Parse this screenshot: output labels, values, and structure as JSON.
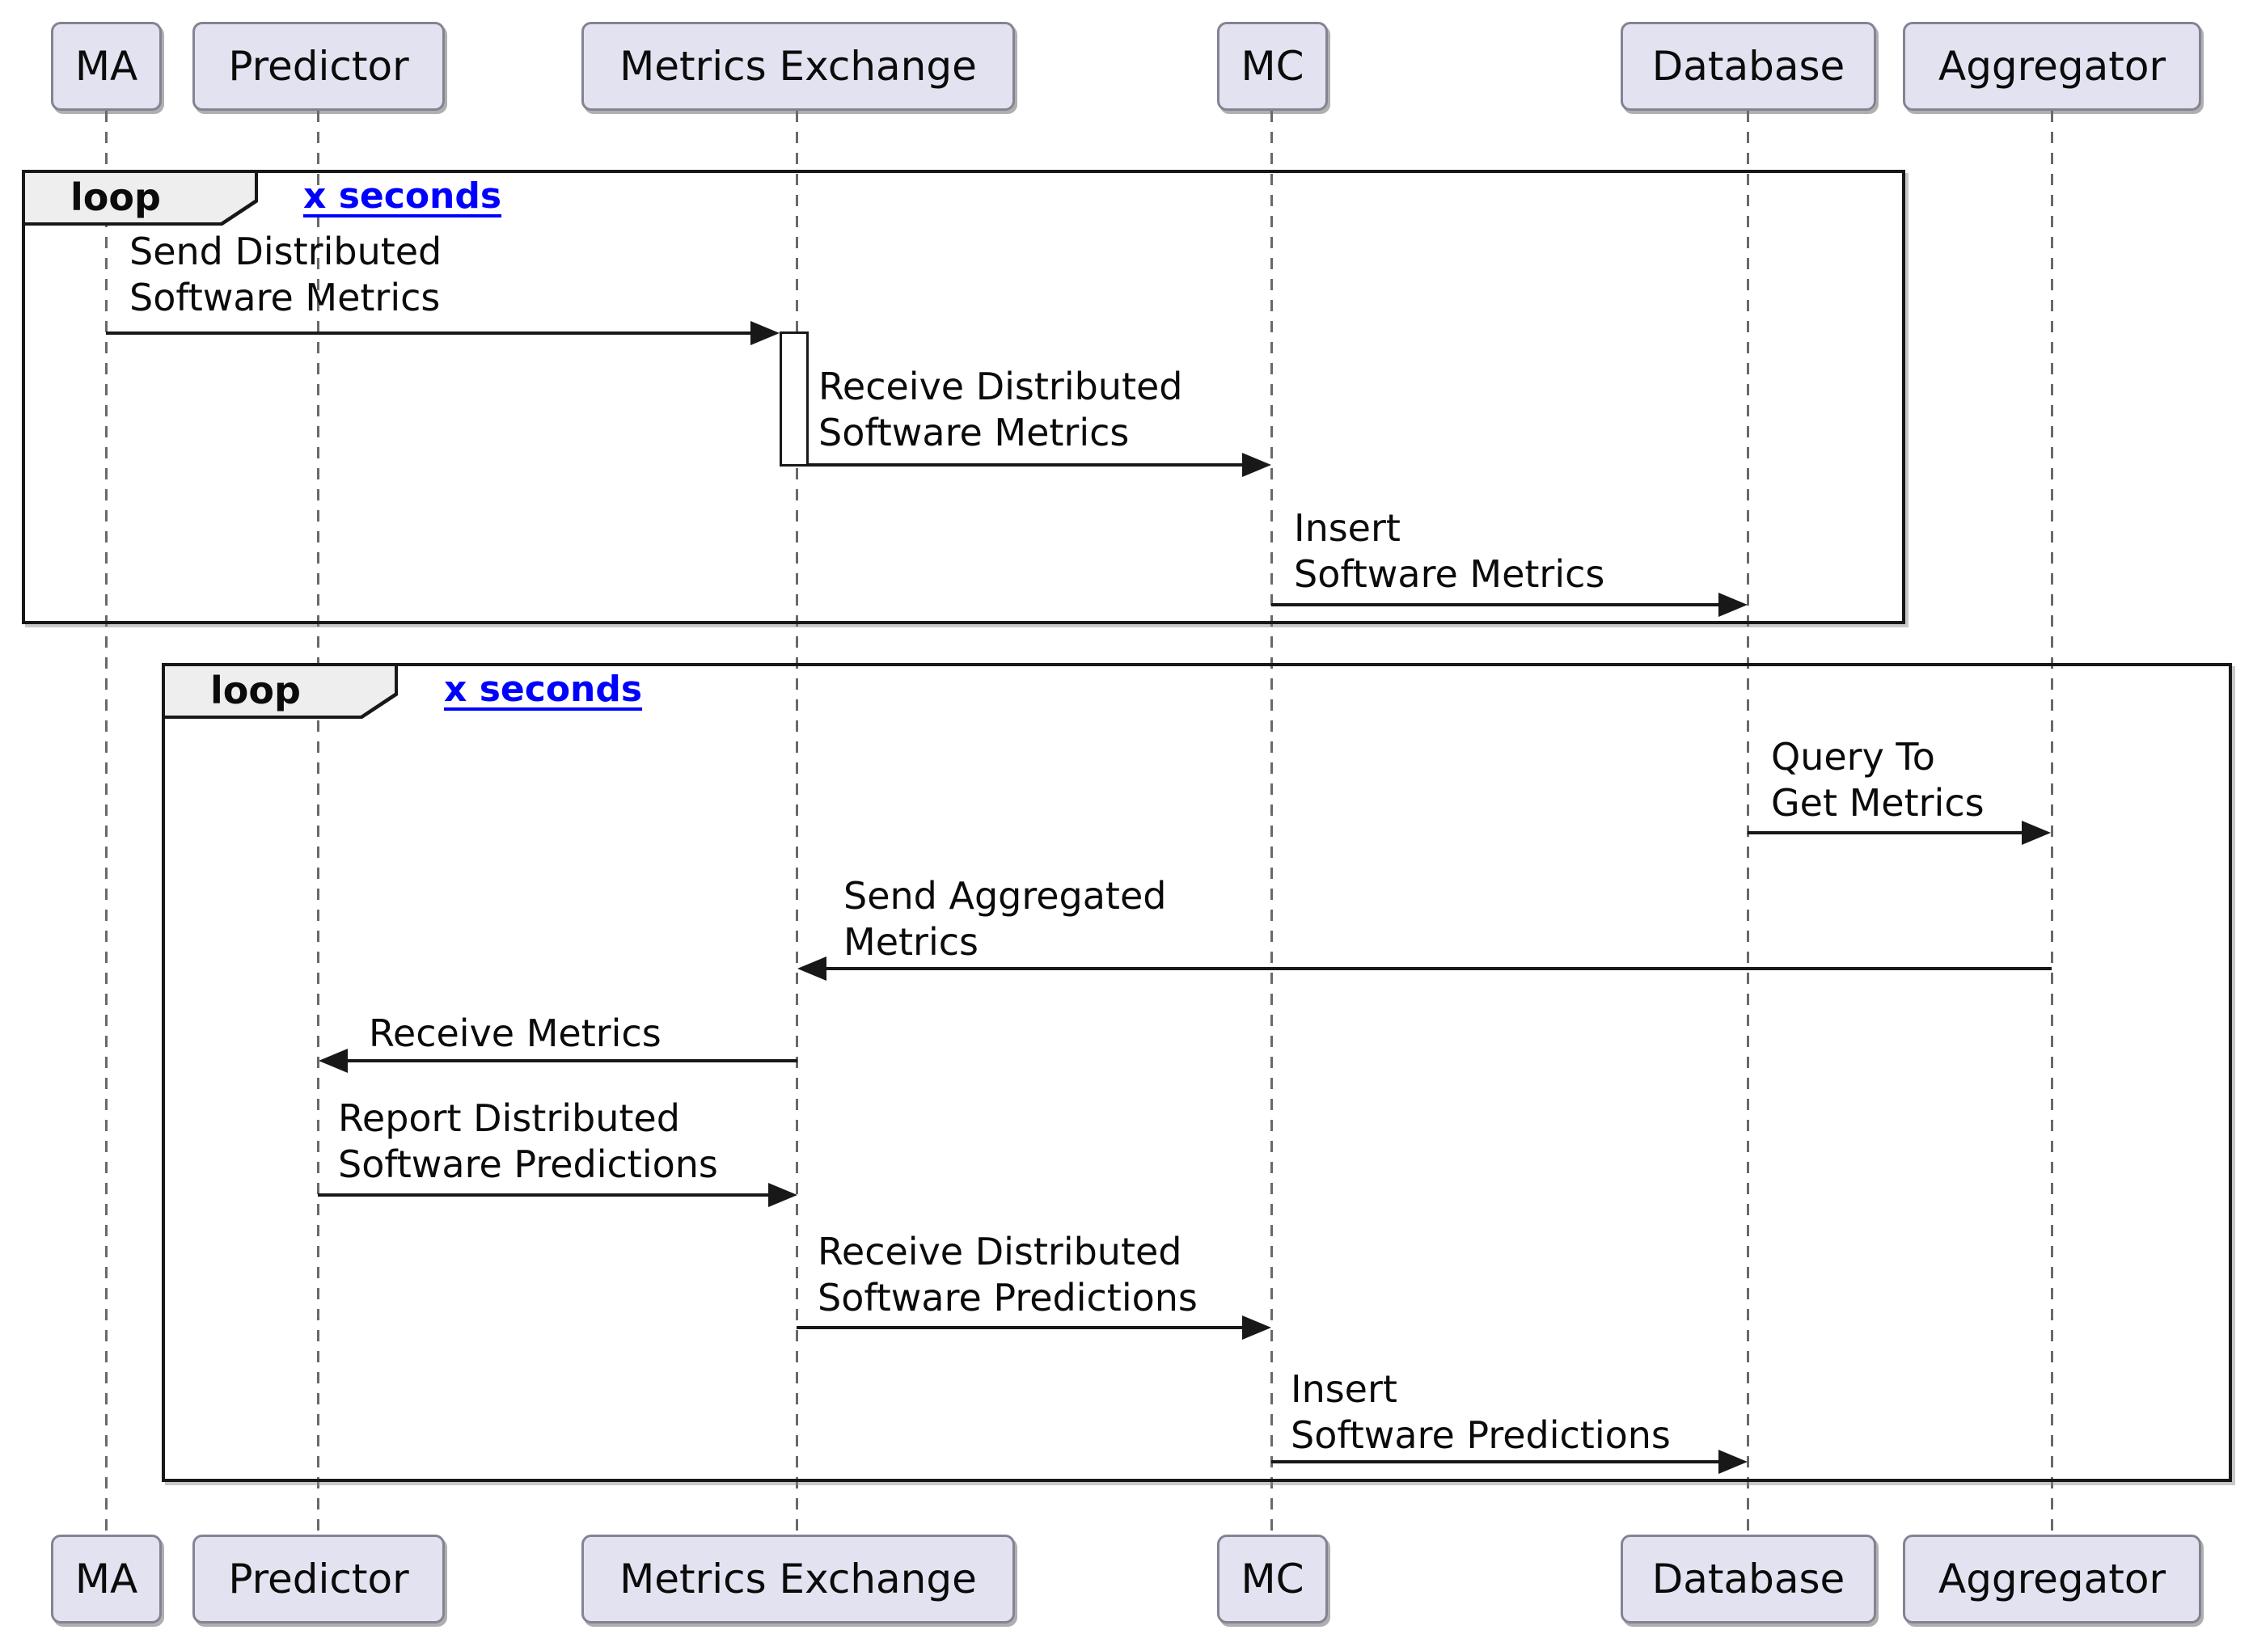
{
  "diagram_type": "uml-sequence-diagram",
  "participants": [
    {
      "name": "MA"
    },
    {
      "name": "Predictor"
    },
    {
      "name": "Metrics Exchange"
    },
    {
      "name": "MC"
    },
    {
      "name": "Database"
    },
    {
      "name": "Aggregator"
    }
  ],
  "loops": [
    {
      "operator": "loop",
      "condition": "x seconds"
    },
    {
      "operator": "loop",
      "condition": "x seconds"
    }
  ],
  "messages": [
    {
      "from": "MA",
      "to": "Metrics Exchange",
      "lines": [
        "Send Distributed",
        "Software Metrics"
      ]
    },
    {
      "from": "Metrics Exchange",
      "to": "MC",
      "lines": [
        "Receive Distributed",
        "Software Metrics"
      ]
    },
    {
      "from": "MC",
      "to": "Database",
      "lines": [
        "Insert",
        "Software Metrics"
      ]
    },
    {
      "from": "Database",
      "to": "Aggregator",
      "lines": [
        "Query To",
        "Get Metrics"
      ]
    },
    {
      "from": "Aggregator",
      "to": "Metrics Exchange",
      "lines": [
        "Send Aggregated",
        "Metrics"
      ]
    },
    {
      "from": "Metrics Exchange",
      "to": "Predictor",
      "lines": [
        "Receive Metrics"
      ]
    },
    {
      "from": "Predictor",
      "to": "Metrics Exchange",
      "lines": [
        "Report Distributed",
        "Software Predictions"
      ]
    },
    {
      "from": "Metrics Exchange",
      "to": "MC",
      "lines": [
        "Receive Distributed",
        "Software Predictions"
      ]
    },
    {
      "from": "MC",
      "to": "Database",
      "lines": [
        "Insert",
        "Software Predictions"
      ]
    }
  ],
  "colors": {
    "participant_fill": "#E2E2F0",
    "participant_border": "#838393",
    "frame_border": "#181818",
    "tab_fill": "#EEEEEE",
    "link": "#0000FF",
    "lifeline": "#696969",
    "text": "#0B0B0B",
    "background": "#FFFFFF"
  }
}
